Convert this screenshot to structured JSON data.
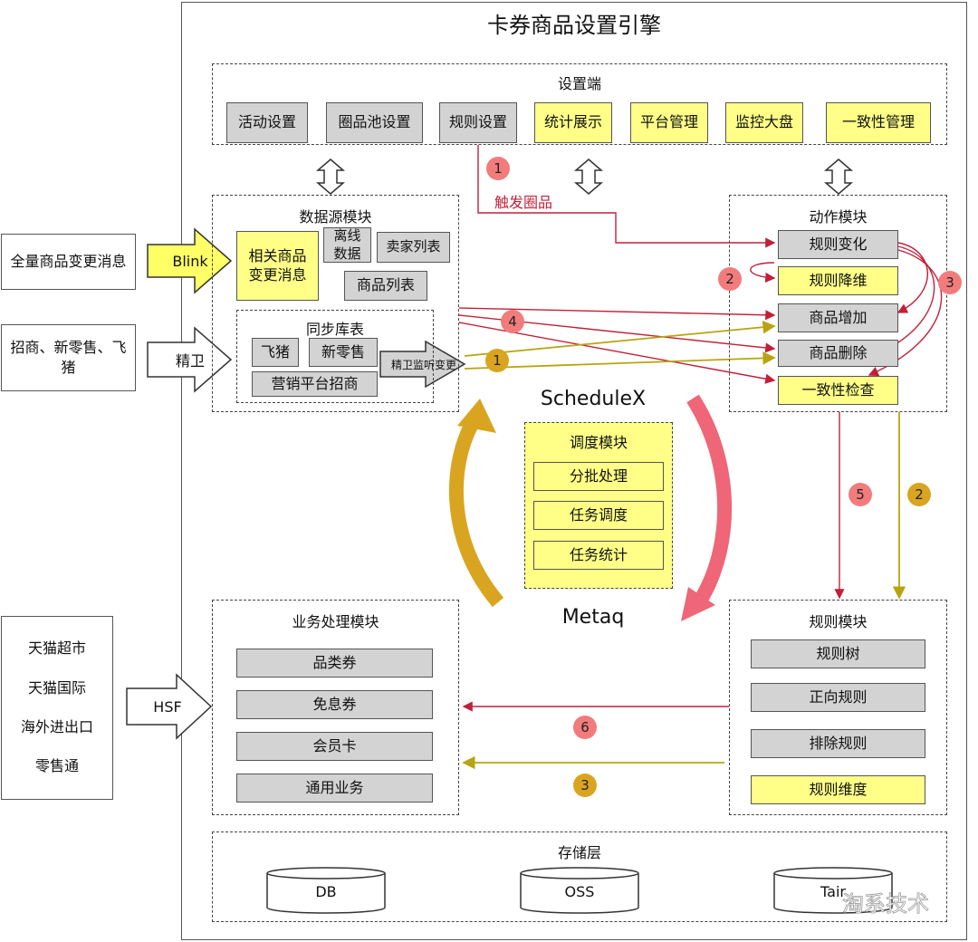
{
  "title": "卡券商品设置引擎",
  "settings": {
    "title": "设置端",
    "items": [
      "活动设置",
      "圈品池设置",
      "规则设置",
      "统计展示",
      "平台管理",
      "监控大盘",
      "一致性管理"
    ]
  },
  "datasource": {
    "title": "数据源模块",
    "msg": "相关商品变更消息",
    "offline": "离线数据",
    "seller": "卖家列表",
    "goods": "商品列表",
    "sync": {
      "title": "同步库表",
      "items": [
        "飞猪",
        "新零售",
        "营销平台招商"
      ],
      "arrow": "精卫监听变更"
    }
  },
  "inputs": {
    "full": "全量商品变更消息",
    "blink": "Blink",
    "partners": "招商、新零售、飞猪",
    "jingwei": "精卫",
    "hsf": "HSF",
    "biz_sources": [
      "天猫超市",
      "天猫国际",
      "海外进出口",
      "零售通"
    ]
  },
  "action": {
    "title": "动作模块",
    "items": [
      "规则变化",
      "规则降维",
      "商品增加",
      "商品删除",
      "一致性检查"
    ]
  },
  "trigger": "触发圈品",
  "schedule": {
    "name": "ScheduleX",
    "title": "调度模块",
    "items": [
      "分批处理",
      "任务调度",
      "任务统计"
    ],
    "mq": "Metaq"
  },
  "business": {
    "title": "业务处理模块",
    "items": [
      "品类券",
      "免息券",
      "会员卡",
      "通用业务"
    ]
  },
  "rules": {
    "title": "规则模块",
    "items": [
      "规则树",
      "正向规则",
      "排除规则",
      "规则维度"
    ]
  },
  "storage": {
    "title": "存储层",
    "items": [
      "DB",
      "OSS",
      "Tair"
    ]
  },
  "steps": {
    "r1": "1",
    "r2": "2",
    "r3": "3",
    "r4": "4",
    "r5": "5",
    "r6": "6",
    "y1": "1",
    "y2": "2",
    "y3": "3"
  },
  "watermark": "淘系技术",
  "colors": {
    "yellow": "#ffff88",
    "gray": "#d3d3d3",
    "red": "#c0203a",
    "olive": "#b8a410"
  }
}
